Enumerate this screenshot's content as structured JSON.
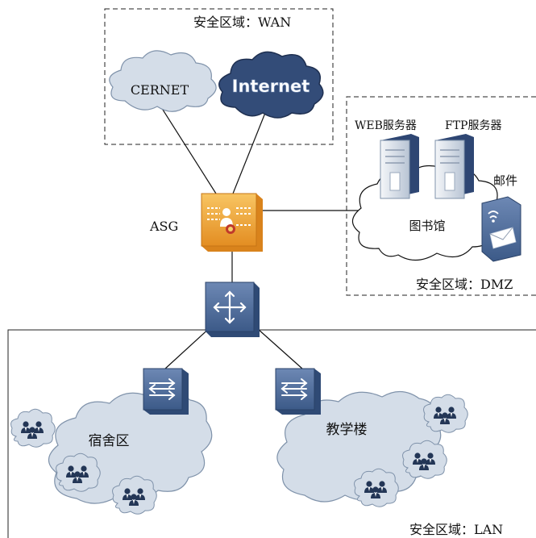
{
  "zones": {
    "wan": "安全区域：WAN",
    "dmz": "安全区域：DMZ",
    "lan": "安全区域：LAN"
  },
  "clouds": {
    "cernet": "CERNET",
    "internet": "Internet",
    "library": "图书馆",
    "dorm": "宿舍区",
    "teaching": "教学楼"
  },
  "devices": {
    "asg": "ASG",
    "web_server": "WEB服务器",
    "ftp_server": "FTP服务器",
    "mail": "邮件"
  },
  "colors": {
    "cloud_fill": "#d4dde8",
    "cloud_stroke": "#7f92aa",
    "internet_fill": "#334c78",
    "firewall_fill": "#f1a438",
    "device_blue": "#4a6896",
    "line": "#111111",
    "zone_border": "#222222"
  },
  "icons": [
    "user-group-icon",
    "switch-icon",
    "router-icon",
    "server-icon",
    "mail-server-icon",
    "firewall-icon"
  ]
}
